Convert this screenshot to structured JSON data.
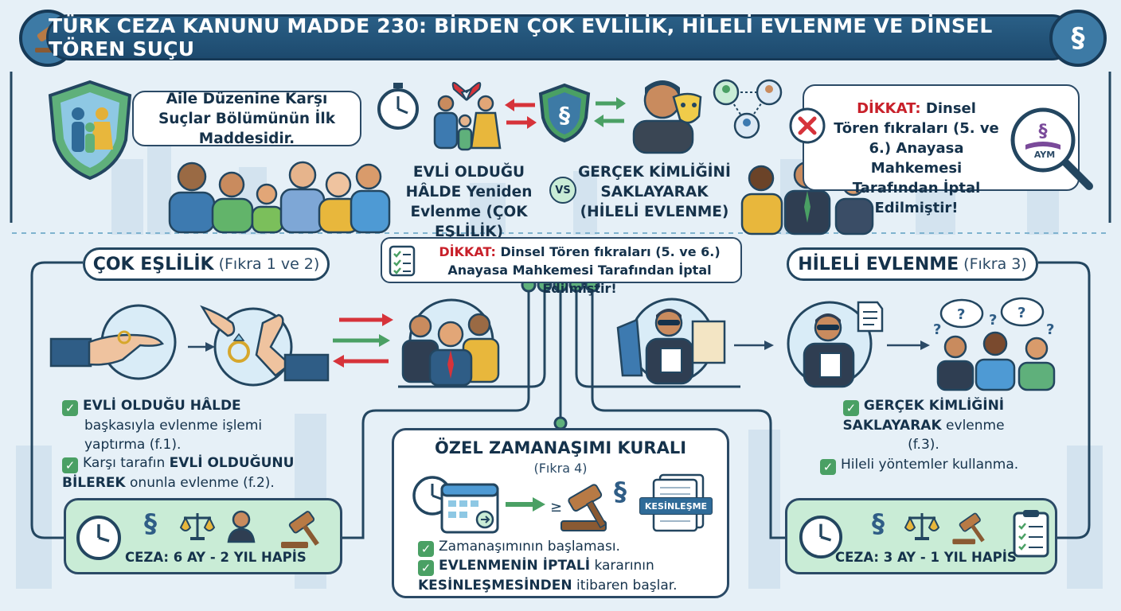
{
  "title": "TÜRK CEZA KANUNU MADDE 230: BİRDEN ÇOK EVLİLİK, HİLELİ EVLENME VE DİNSEL TÖREN SUÇU",
  "badge_symbol": "§",
  "intro": {
    "text": "Aile Düzenine Karşı Suçlar Bölümünün İlk Maddesidir."
  },
  "compare": {
    "left": "EVLİ OLDUĞU HÂLDE Yeniden Evlenme (ÇOK EŞLİLİK)",
    "vs": "VS",
    "right": "GERÇEK KİMLİĞİNİ SAKLAYARAK (HİLELİ EVLENME)"
  },
  "warning_top": {
    "label": "DİKKAT:",
    "text": "Dinsel Tören fıkraları (5. ve 6.) Anayasa Mahkemesi Tarafından İptal Edilmiştir!",
    "seal": "AYM"
  },
  "warning_mid": {
    "label": "DİKKAT:",
    "line1": "Dinsel Tören fıkraları (5. ve 6.)",
    "line2": "Anayasa Mahkemesi Tarafından İptal Edilmiştir!"
  },
  "left_section": {
    "title": "ÇOK EŞLİLİK",
    "subtitle": "(Fıkra 1 ve 2)",
    "item1_bold": "EVLİ OLDUĞU HÂLDE",
    "item1_rest": "başkasıyla evlenme işlemi yaptırma (f.1).",
    "item2_pre": "Karşı tarafın",
    "item2_bold": "EVLİ OLDUĞUNU BİLEREK",
    "item2_rest": "onunla evlenme (f.2).",
    "penalty": "CEZA: 6 AY - 2 YIL HAPİS"
  },
  "right_section": {
    "title": "HİLELİ EVLENME",
    "subtitle": "(Fıkra 3)",
    "item1_bold": "GERÇEK KİMLİĞİNİ SAKLAYARAK",
    "item1_rest": "evlenme (f.3).",
    "item2": "Hileli yöntemler kullanma.",
    "penalty": "CEZA: 3 AY - 1 YIL HAPİS"
  },
  "center_section": {
    "title": "ÖZEL ZAMANAŞIMI KURALI",
    "subtitle": "(Fıkra 4)",
    "doc_label": "KESİNLEŞME",
    "item1": "Zamanaşımının başlaması.",
    "item2_bold": "EVLENMENİN İPTALİ",
    "item2_rest": "kararının",
    "item2_bold2": "KESİNLEŞMESİNDEN",
    "item2_rest2": "itibaren başlar."
  },
  "colors": {
    "navy": "#1d4a6e",
    "accent_green": "#4aa064",
    "panel_green": "#c9ecd6",
    "warning_red": "#c8202a",
    "background": "#e6f0f7"
  },
  "icons": [
    "gavel-icon",
    "section-sign-icon",
    "shield-family-icon",
    "stopwatch-icon",
    "broken-heart-icon",
    "mask-icon",
    "cross-icon",
    "magnifier-icon",
    "checklist-icon",
    "ring-icon",
    "handshake-icon",
    "clock-icon",
    "scales-icon",
    "calendar-icon",
    "document-icon",
    "question-icon"
  ]
}
